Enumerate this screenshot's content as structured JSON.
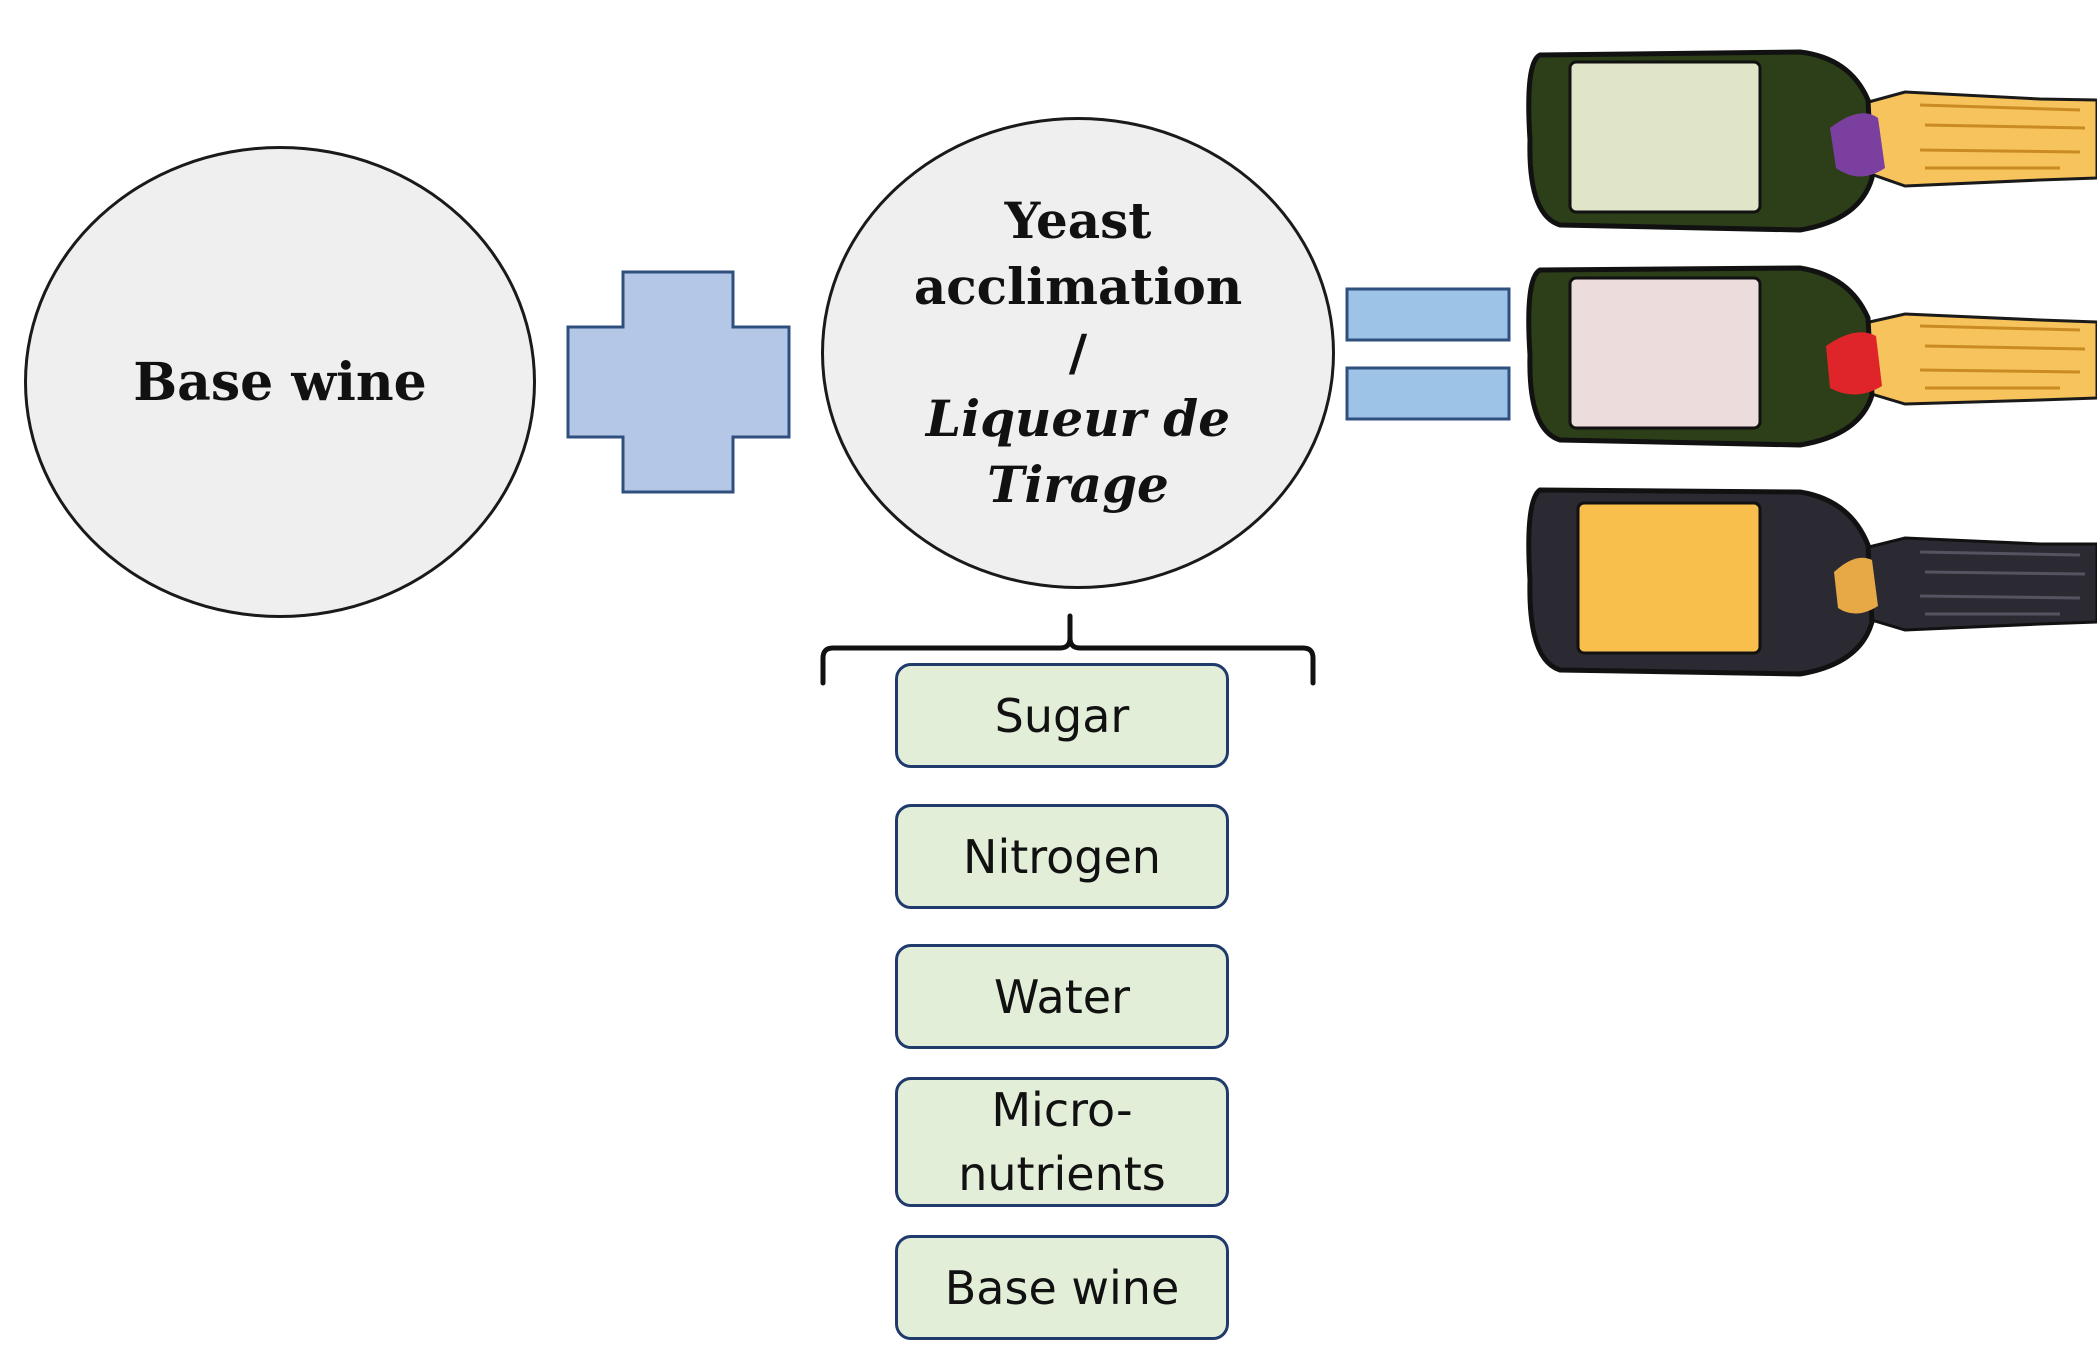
{
  "diagram": {
    "left_circle": {
      "label": "Base wine"
    },
    "middle_circle": {
      "line1": "Yeast",
      "line2": "acclimation",
      "line3": "/",
      "line4": "Liqueur de",
      "line5": "Tirage"
    },
    "components": [
      {
        "label": "Sugar"
      },
      {
        "label": "Nitrogen"
      },
      {
        "label": "Water"
      },
      {
        "label": "Micro-\nnutrients"
      },
      {
        "label": "Base wine"
      }
    ],
    "colors": {
      "circle_fill": "#efefef",
      "operator_fill": "#b4c7e7",
      "equals_fill": "#9dc3e6",
      "component_fill": "#e2eed8",
      "component_border": "#1f3a6b"
    },
    "bottles": [
      {
        "name": "green-bottle-white-label",
        "label_color": "#dfe5c6",
        "capsule_color": "#7b3fa0"
      },
      {
        "name": "green-bottle-pink-label",
        "label_color": "#ecdcdc",
        "capsule_color": "#e0252a"
      },
      {
        "name": "dark-bottle-orange-label",
        "label_color": "#f8bf4c",
        "capsule_color": "#e7a945"
      }
    ]
  }
}
